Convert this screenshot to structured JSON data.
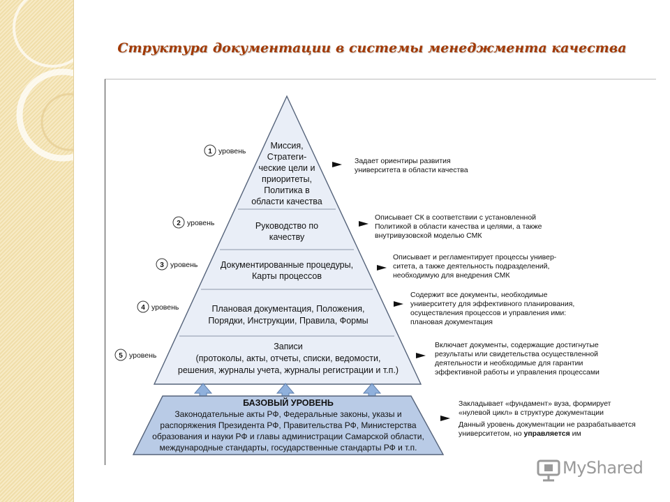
{
  "slide_title": "Структура документации в системы менеджмента качества",
  "level_label": "уровень",
  "levels": [
    {
      "number": "1",
      "box_lines": [
        "Миссия,",
        "Стратеги-",
        "ческие цели и",
        "приоритеты,",
        "Политика в",
        "области качества"
      ],
      "desc_lines": [
        "Задает ориентиры развития",
        "университета в области качества"
      ]
    },
    {
      "number": "2",
      "box_lines": [
        "Руководство по",
        "качеству"
      ],
      "desc_lines": [
        "Описывает СК в соответствии с установленной",
        "Политикой в области качества и целями, а также",
        "внутривузовской моделью СМК"
      ]
    },
    {
      "number": "3",
      "box_lines": [
        "Документированные процедуры,",
        "Карты процессов"
      ],
      "desc_lines": [
        "Описывает и регламентирует процессы универ-",
        "ситета, а также деятельность подразделений,",
        "необходимую для внедрения СМК"
      ]
    },
    {
      "number": "4",
      "box_lines": [
        "Плановая документация, Положения,",
        "Порядки, Инструкции, Правила, Формы"
      ],
      "desc_lines": [
        "Содержит все документы, необходимые",
        "университету для эффективного планирования,",
        "осуществления процессов и управления ими:",
        "плановая документация"
      ]
    },
    {
      "number": "5",
      "box_lines": [
        "Записи",
        "(протоколы, акты, отчеты, списки, ведомости,",
        "решения, журналы учета, журналы регистрации и т.п.)"
      ],
      "desc_lines": [
        "Включает документы, содержащие достигнутые",
        "результаты или свидетельства осуществленной",
        "деятельности и необходимые для гарантии",
        "эффективной работы и управления процессами"
      ]
    }
  ],
  "base": {
    "title": "БАЗОВЫЙ УРОВЕНЬ",
    "lines": [
      "Законодательные акты РФ, Федеральные законы, указы и",
      "распоряжения Президента РФ, Правительства РФ, Министерства",
      "образования и науки РФ и главы администрации Самарской области,",
      "международные стандарты, государственные стандарты РФ и т.п."
    ],
    "desc_lines": [
      "Закладывает «фундамент» вуза, формирует",
      "«нулевой цикл» в структуре документации",
      "Данный уровень документации не разрабатывается"
    ],
    "desc_last_prefix": "университетом, но ",
    "desc_last_bold": "управляется",
    "desc_last_suffix": " им"
  },
  "watermark": "MyShared",
  "colors": {
    "title": "#a23a05",
    "pyramid_fill": "#e9eef7",
    "base_fill": "#b9cbe6",
    "arrow_fill": "#8fb0dc",
    "side_strip": "#f4e3b3"
  }
}
